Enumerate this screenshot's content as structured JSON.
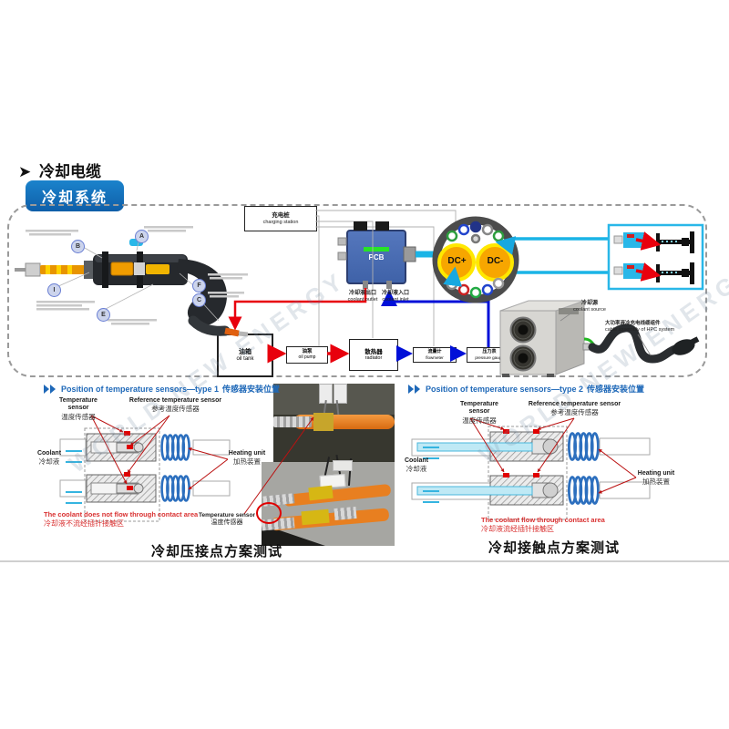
{
  "title": {
    "arrow": "➤",
    "text": "冷却电缆",
    "badge": "冷却系统"
  },
  "watermark": "WORLD NEW ENERGY",
  "schematic": {
    "charging_station_zh": "充电桩",
    "charging_station_en": "charging station",
    "pcb": "PCB",
    "coolant_outlet_zh": "冷却液出口",
    "coolant_outlet_en": "coolant outlet",
    "coolant_inlet_zh": "冷却液入口",
    "coolant_inlet_en": "coolant inlet",
    "dc_plus": "DC+",
    "dc_minus": "DC-",
    "oil_tank_zh": "油箱",
    "oil_tank_en": "oil tank",
    "oil_pump_zh": "油泵",
    "oil_pump_en": "oil pump",
    "radiator_zh": "散热器",
    "radiator_en": "radiator",
    "flowmeter_zh": "流量计",
    "flowmeter_en": "flowmeter",
    "pressure_zh": "压力表",
    "pressure_en": "pressure gauge",
    "coolant_source_zh": "冷却源",
    "coolant_source_en": "coolant source",
    "cable_assembly_zh": "大功率液冷充电线缆组件",
    "cable_assembly_en": "cable assembly of HPC system",
    "callouts": [
      "A",
      "B",
      "C",
      "E",
      "F",
      "I"
    ]
  },
  "panel1": {
    "header_en": "Position of temperature sensors—type 1",
    "header_zh": "传感器安装位置",
    "temp_sensor_en": "Temperature sensor",
    "temp_sensor_zh": "温度传感器",
    "ref_sensor_en": "Reference temperature sensor",
    "ref_sensor_zh": "参考温度传感器",
    "coolant_en": "Coolant",
    "coolant_zh": "冷却液",
    "heating_en": "Heating unit",
    "heating_zh": "加热装置",
    "note_en": "The coolant does not flow through contact area",
    "note_zh": "冷却液不流经插针接触区",
    "photo_label_en": "Temperature sensor",
    "photo_label_zh": "温度传感器",
    "caption": "冷却压接点方案测试"
  },
  "panel2": {
    "header_en": "Position of temperature sensors—type 2",
    "header_zh": "传感器安装位置",
    "temp_sensor_en": "Temperature sensor",
    "temp_sensor_zh": "温度传感器",
    "ref_sensor_en": "Reference temperature sensor",
    "ref_sensor_zh": "参考温度传感器",
    "coolant_en": "Coolant",
    "coolant_zh": "冷却液",
    "heating_en": "Heating unit",
    "heating_zh": "加热装置",
    "note_en": "The coolant flow through contact area",
    "note_zh": "冷却液流经插针接触区",
    "caption": "冷却接触点方案测试"
  }
}
